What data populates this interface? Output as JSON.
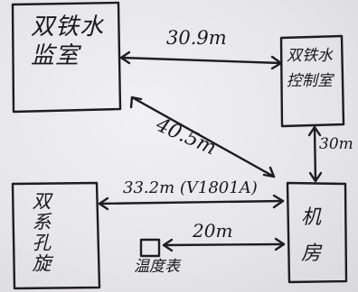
{
  "nodes": {
    "top_left": "双铁水监室",
    "top_right": "双铁水控制室",
    "bottom_left": "双系孔旋",
    "bottom_right": "机房",
    "small": "温度表"
  },
  "links": {
    "tl_tr": "30.9m",
    "tl_br": "40.5m",
    "bl_br": "33.2m (V1801A)",
    "tr_br": "30m",
    "small_br": "20m"
  }
}
